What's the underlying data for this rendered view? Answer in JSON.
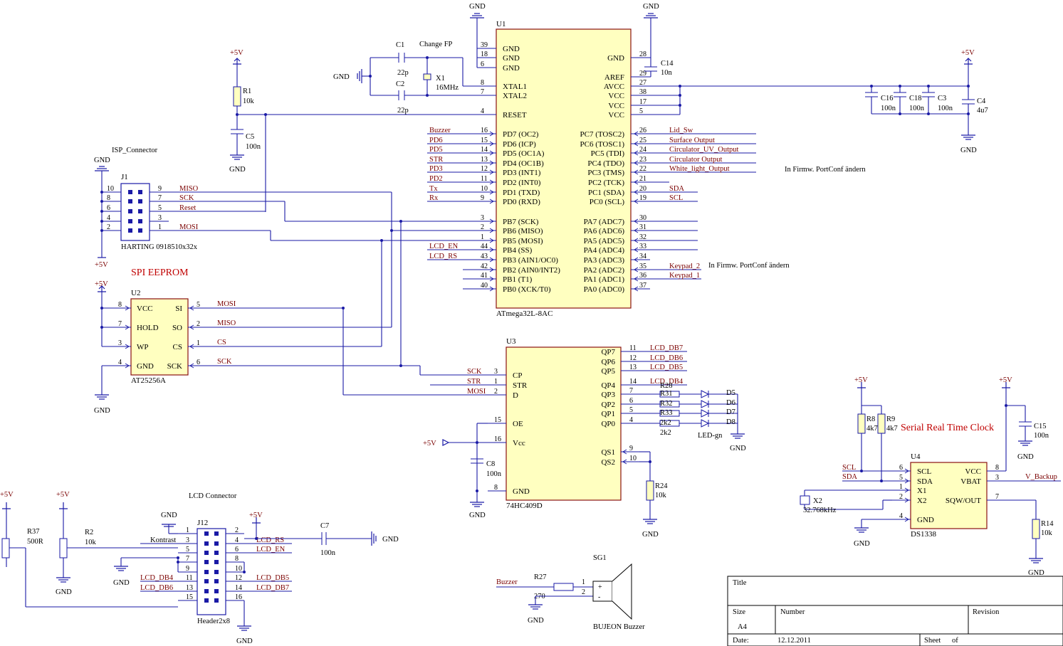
{
  "u1": {
    "designator": "U1",
    "part": "ATmega32L-8AC",
    "left_pins": [
      {
        "num": "39",
        "name": "GND"
      },
      {
        "num": "18",
        "name": "GND"
      },
      {
        "num": "6",
        "name": "GND"
      },
      {
        "num": "8",
        "name": "XTAL1"
      },
      {
        "num": "7",
        "name": "XTAL2"
      },
      {
        "num": "4",
        "name": "RESET"
      },
      {
        "num": "16",
        "name": "PD7 (OC2)"
      },
      {
        "num": "15",
        "name": "PD6 (ICP)"
      },
      {
        "num": "14",
        "name": "PD5 (OC1A)"
      },
      {
        "num": "13",
        "name": "PD4 (OC1B)"
      },
      {
        "num": "12",
        "name": "PD3 (INT1)"
      },
      {
        "num": "11",
        "name": "PD2 (INT0)"
      },
      {
        "num": "10",
        "name": "PD1 (TXD)"
      },
      {
        "num": "9",
        "name": "PD0 (RXD)"
      },
      {
        "num": "3",
        "name": "PB7 (SCK)"
      },
      {
        "num": "2",
        "name": "PB6 (MISO)"
      },
      {
        "num": "1",
        "name": "PB5 (MOSI)"
      },
      {
        "num": "44",
        "name": "PB4 (SS)"
      },
      {
        "num": "43",
        "name": "PB3 (AIN1/OC0)"
      },
      {
        "num": "42",
        "name": "PB2 (AIN0/INT2)"
      },
      {
        "num": "41",
        "name": "PB1 (T1)"
      },
      {
        "num": "40",
        "name": "PB0 (XCK/T0)"
      }
    ],
    "right_pins": [
      {
        "num": "28",
        "name": "GND"
      },
      {
        "num": "29",
        "name": "AREF"
      },
      {
        "num": "27",
        "name": "AVCC"
      },
      {
        "num": "38",
        "name": "VCC"
      },
      {
        "num": "17",
        "name": "VCC"
      },
      {
        "num": "5",
        "name": "VCC"
      },
      {
        "num": "26",
        "name": "PC7 (TOSC2)"
      },
      {
        "num": "25",
        "name": "PC6 (TOSC1)"
      },
      {
        "num": "24",
        "name": "PC5 (TDI)"
      },
      {
        "num": "23",
        "name": "PC4 (TDO)"
      },
      {
        "num": "22",
        "name": "PC3 (TMS)"
      },
      {
        "num": "21",
        "name": "PC2 (TCK)"
      },
      {
        "num": "20",
        "name": "PC1 (SDA)"
      },
      {
        "num": "19",
        "name": "PC0 (SCL)"
      },
      {
        "num": "30",
        "name": "PA7 (ADC7)"
      },
      {
        "num": "31",
        "name": "PA6 (ADC6)"
      },
      {
        "num": "32",
        "name": "PA5 (ADC5)"
      },
      {
        "num": "33",
        "name": "PA4 (ADC4)"
      },
      {
        "num": "34",
        "name": "PA3 (ADC3)"
      },
      {
        "num": "35",
        "name": "PA2 (ADC2)"
      },
      {
        "num": "36",
        "name": "PA1 (ADC1)"
      },
      {
        "num": "37",
        "name": "PA0 (ADC0)"
      }
    ],
    "pd_nets": [
      "Buzzer",
      "PD6",
      "PD5",
      "STR",
      "PD3",
      "PD2",
      "Tx",
      "Rx"
    ],
    "pb_nets": [
      "LCD_EN",
      "LCD_RS"
    ],
    "pc_nets": [
      "Lid_Sw",
      "Surface Output",
      "Circulator_UV_Output",
      "Circulator Output",
      "White_light_Output",
      "",
      "SDA",
      "SCL"
    ],
    "pa_nets": [
      "Keypad_2",
      "Keypad_1"
    ],
    "note_pc": "In Firmw. PortConf ändern",
    "note_pa": "In Firmw. PortConf ändern"
  },
  "u2": {
    "designator": "U2",
    "part": "AT25256A",
    "title": "SPI EEPROM",
    "left_pins": [
      {
        "num": "8",
        "name": "VCC"
      },
      {
        "num": "7",
        "name": "HOLD"
      },
      {
        "num": "3",
        "name": "WP"
      },
      {
        "num": "4",
        "name": "GND"
      }
    ],
    "right_pins": [
      {
        "num": "5",
        "name": "SI",
        "net": "MOSI"
      },
      {
        "num": "2",
        "name": "SO",
        "net": "MISO"
      },
      {
        "num": "1",
        "name": "CS",
        "net": "CS"
      },
      {
        "num": "6",
        "name": "SCK",
        "net": "SCK"
      }
    ]
  },
  "u3": {
    "designator": "U3",
    "part": "74HC409D",
    "left_pins": [
      {
        "num": "3",
        "name": "CP",
        "net": "SCK"
      },
      {
        "num": "1",
        "name": "STR",
        "net": "STR"
      },
      {
        "num": "2",
        "name": "D",
        "net": "MOSI"
      },
      {
        "num": "15",
        "name": "OE"
      },
      {
        "num": "16",
        "name": "Vcc"
      },
      {
        "num": "8",
        "name": "GND"
      }
    ],
    "right_pins": [
      {
        "num": "11",
        "name": "QP7",
        "net": "LCD_DB7"
      },
      {
        "num": "12",
        "name": "QP6",
        "net": "LCD_DB6"
      },
      {
        "num": "13",
        "name": "QP5",
        "net": "LCD_DB5"
      },
      {
        "num": "14",
        "name": "QP4",
        "net": "LCD_DB4"
      },
      {
        "num": "7",
        "name": "QP3"
      },
      {
        "num": "6",
        "name": "QP2"
      },
      {
        "num": "5",
        "name": "QP1"
      },
      {
        "num": "4",
        "name": "QP0"
      },
      {
        "num": "9",
        "name": "QS1"
      },
      {
        "num": "10",
        "name": "QS2"
      }
    ]
  },
  "u4": {
    "designator": "U4",
    "part": "DS1338",
    "title": "Serial Real Time Clock",
    "left_pins": [
      {
        "num": "6",
        "name": "SCL"
      },
      {
        "num": "5",
        "name": "SDA"
      },
      {
        "num": "1",
        "name": "X1"
      },
      {
        "num": "2",
        "name": "X2"
      },
      {
        "num": "4",
        "name": "GND"
      }
    ],
    "right_pins": [
      {
        "num": "8",
        "name": "VCC"
      },
      {
        "num": "3",
        "name": "VBAT",
        "net": "V_Backup"
      },
      {
        "num": "7",
        "name": "SQW/OUT"
      }
    ],
    "nets": [
      "SCL",
      "SDA"
    ]
  },
  "j1": {
    "designator": "J1",
    "title": "ISP_Connector",
    "part": "HARTING 0918510x32x",
    "left_nums": [
      "10",
      "8",
      "6",
      "4",
      "2"
    ],
    "right_nums": [
      "9",
      "7",
      "5",
      "3",
      "1"
    ],
    "nets": [
      "MISO",
      "SCK",
      "Reset",
      "",
      "MOSI"
    ]
  },
  "j12": {
    "designator": "J12",
    "title": "LCD Connector",
    "part": "Header2x8",
    "left_nums": [
      "1",
      "3",
      "5",
      "7",
      "9",
      "11",
      "13",
      "15"
    ],
    "right_nums": [
      "2",
      "4",
      "6",
      "8",
      "10",
      "12",
      "14",
      "16"
    ],
    "left_nets": [
      "",
      "Kontrast",
      "",
      "",
      "",
      "LCD_DB4",
      "LCD_DB6",
      ""
    ],
    "right_nets": [
      "",
      "LCD_RS",
      "LCD_EN",
      "",
      "",
      "LCD_DB5",
      "LCD_DB7",
      ""
    ]
  },
  "sg1": {
    "designator": "SG1",
    "part": "BUJEON Buzzer",
    "net": "Buzzer",
    "pins": [
      "1",
      "2"
    ]
  },
  "passives": {
    "c1": {
      "ref": "C1",
      "val": "22p"
    },
    "c2": {
      "ref": "C2",
      "val": "22p"
    },
    "x1": {
      "ref": "X1",
      "val": "16MHz"
    },
    "fp_note": "Change FP",
    "c14": {
      "ref": "C14",
      "val": "10n"
    },
    "c16": {
      "ref": "C16",
      "val": "100n"
    },
    "c18": {
      "ref": "C18",
      "val": "100n"
    },
    "c3": {
      "ref": "C3",
      "val": "100n"
    },
    "c4": {
      "ref": "C4",
      "val": "4u7"
    },
    "r1": {
      "ref": "R1",
      "val": "10k"
    },
    "c5": {
      "ref": "C5",
      "val": "100n"
    },
    "c8": {
      "ref": "C8",
      "val": "100n"
    },
    "r24": {
      "ref": "R24",
      "val": "10k"
    },
    "r28": {
      "ref": "R28"
    },
    "r31": {
      "ref": "R31"
    },
    "r32": {
      "ref": "R32"
    },
    "r33": {
      "ref": "R33"
    },
    "rval": "2k2",
    "d5": {
      "ref": "D5"
    },
    "d6": {
      "ref": "D6"
    },
    "d7": {
      "ref": "D7"
    },
    "d8": {
      "ref": "D8"
    },
    "led": "LED-gn",
    "r8": {
      "ref": "R8",
      "val": "4k7"
    },
    "r9": {
      "ref": "R9",
      "val": "4k7"
    },
    "c15": {
      "ref": "C15",
      "val": "100n"
    },
    "x2": {
      "ref": "X2",
      "val": "32.768kHz"
    },
    "r14": {
      "ref": "R14",
      "val": "10k"
    },
    "r37": {
      "ref": "R37",
      "val": "500R"
    },
    "r2": {
      "ref": "R2",
      "val": "10k"
    },
    "c7": {
      "ref": "C7",
      "val": "100n"
    },
    "r27": {
      "ref": "R27",
      "val": "270"
    }
  },
  "power": {
    "gnd": "GND",
    "vcc": "+5V"
  },
  "title_block": {
    "title_label": "Title",
    "size_label": "Size",
    "size_value": "A4",
    "number_label": "Number",
    "revision_label": "Revision",
    "date_label": "Date:",
    "date_value": "12.12.2011",
    "sheet_label": "Sheet",
    "of_label": "of"
  }
}
